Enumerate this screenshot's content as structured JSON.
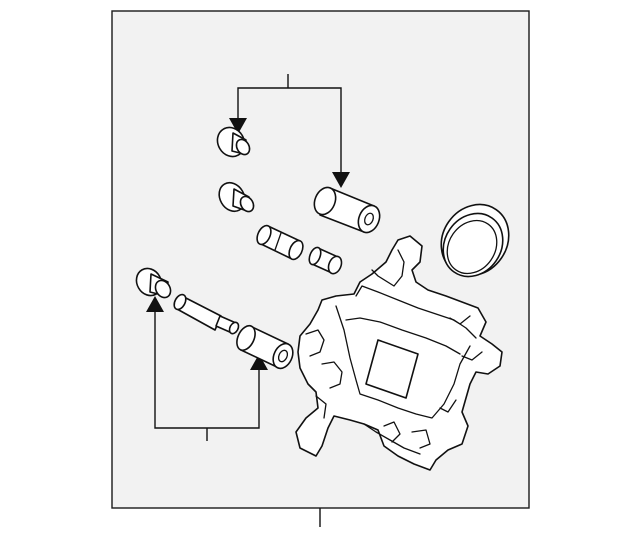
{
  "diagram": {
    "colors": {
      "panel_fill": "#f2f2f2",
      "line": "#111111",
      "background": "#ffffff"
    },
    "parts": [
      "caliper-housing",
      "piston-seal-ring",
      "guide-pin-boot-upper",
      "guide-pin-boot-middle",
      "guide-pin-boot-lower",
      "bushing-upper",
      "bushing-lower",
      "guide-pin-short",
      "guide-pin-cap",
      "guide-pin-long"
    ]
  }
}
